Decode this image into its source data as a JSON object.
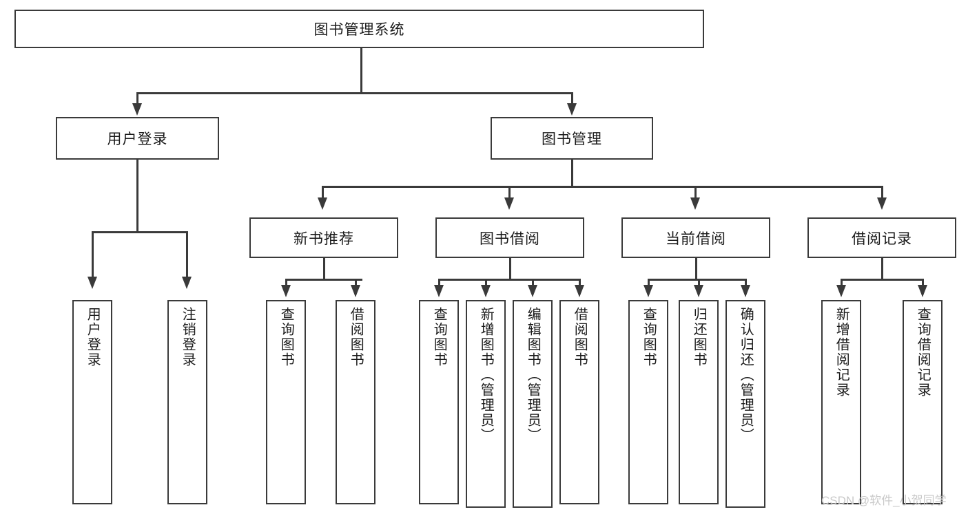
{
  "diagram": {
    "title": "图书管理系统",
    "type": "tree-hierarchy",
    "root": {
      "label": "图书管理系统"
    },
    "level2": [
      {
        "label": "用户登录"
      },
      {
        "label": "图书管理"
      }
    ],
    "level3": [
      {
        "label": "新书推荐"
      },
      {
        "label": "图书借阅"
      },
      {
        "label": "当前借阅"
      },
      {
        "label": "借阅记录"
      }
    ],
    "leaves": {
      "user_login": [
        {
          "label": "用户登录"
        },
        {
          "label": "注销登录"
        }
      ],
      "new_book_recommend": [
        {
          "label": "查询图书"
        },
        {
          "label": "借阅图书"
        }
      ],
      "book_borrow": [
        {
          "label": "查询图书"
        },
        {
          "label": "新增图书（管理员）"
        },
        {
          "label": "编辑图书（管理员）"
        },
        {
          "label": "借阅图书"
        }
      ],
      "current_borrow": [
        {
          "label": "查询图书"
        },
        {
          "label": "归还图书"
        },
        {
          "label": "确认归还（管理员）"
        }
      ],
      "borrow_records": [
        {
          "label": "新增借阅记录"
        },
        {
          "label": "查询借阅记录"
        }
      ]
    }
  },
  "watermark": {
    "text": "CSDN @软件_小贺同学"
  },
  "colors": {
    "stroke": "#3a3a3a",
    "background": "#ffffff",
    "text": "#1a1a1a",
    "watermark": "#c9c9c9"
  }
}
